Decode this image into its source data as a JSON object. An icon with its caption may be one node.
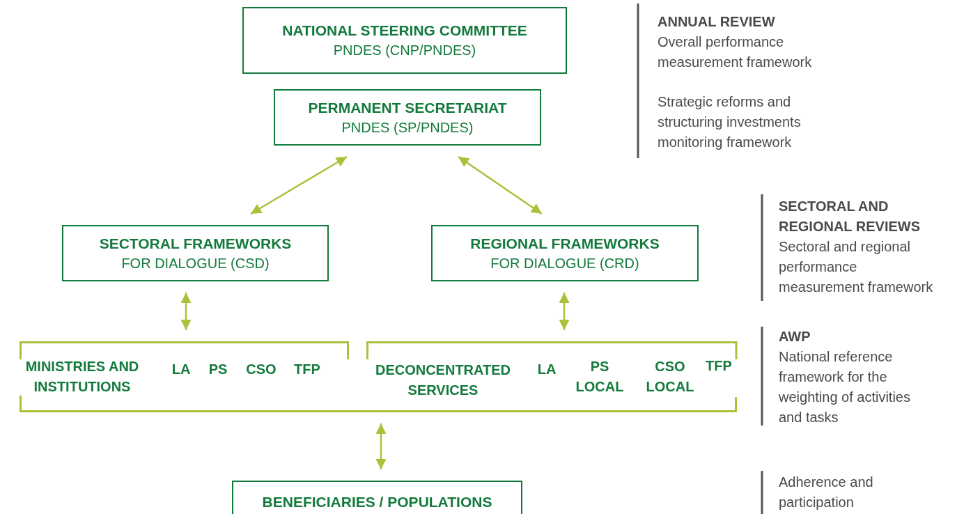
{
  "diagram": {
    "nodes": [
      {
        "text": [
          "NATIONAL STEERING COMMITTEE",
          "PNDES (CNP/PNDES)"
        ]
      },
      {
        "text": [
          "PERMANENT SECRETARIAT",
          "PNDES (SP/PNDES)"
        ]
      },
      {
        "text": [
          "SECTORAL FRAMEWORKS",
          "FOR DIALOGUE (CSD)"
        ]
      },
      {
        "text": [
          "REGIONAL FRAMEWORKS",
          "FOR DIALOGUE  (CRD)"
        ]
      },
      {
        "text": [],
        "shape": "bracket"
      },
      {
        "text": [
          "MINISTRIES AND INSTITUTIONS",
          "LA",
          "PS",
          "CSO",
          "TFP"
        ],
        "in": 4
      },
      {
        "text": [
          "DECONCENTRATED SERVICES",
          "LA",
          "PS LOCAL",
          "CSO LOCAL",
          "TFP"
        ],
        "in": 4
      },
      {
        "text": [
          "BENEFICIARIES / POPULATIONS"
        ]
      }
    ],
    "edges": [
      {
        "from": 1,
        "to": 2,
        "arrow": "both"
      },
      {
        "from": 1,
        "to": 3,
        "arrow": "both"
      },
      {
        "from": 2,
        "to": 5,
        "arrow": "both"
      },
      {
        "from": 3,
        "to": 6,
        "arrow": "both"
      },
      {
        "from": 4,
        "to": 7,
        "arrow": "both"
      }
    ],
    "labels": [
      "ANNUAL REVIEW",
      "Overall performance measurement framework",
      "Strategic reforms and structuring investments monitoring framework",
      "SECTORAL AND REGIONAL REVIEWS",
      "Sectoral and regional performance measurement framework",
      "AWP",
      "National reference framework for the weighting of activities and tasks",
      "Adherence and participation"
    ]
  }
}
